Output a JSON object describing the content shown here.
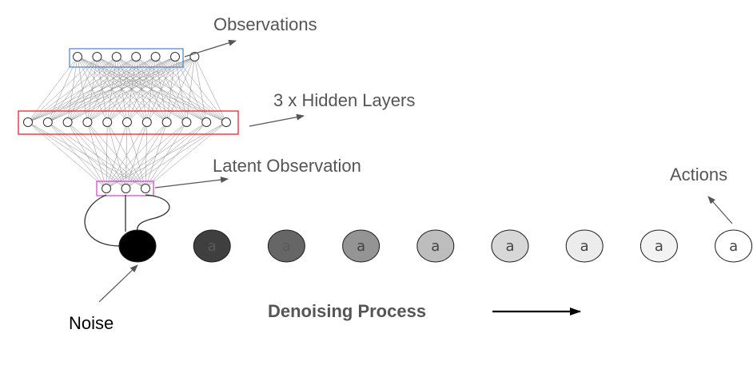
{
  "labels": {
    "observations": "Observations",
    "hidden_layers": "3 x Hidden Layers",
    "latent_observation": "Latent Observation",
    "actions": "Actions",
    "noise": "Noise",
    "denoising_process": "Denoising Process"
  },
  "network": {
    "observation_nodes": 7,
    "hidden_nodes": 11,
    "latent_nodes": 3,
    "observation_box_color": "#4a7fd6",
    "hidden_box_color": "#e0161c",
    "latent_box_color": "#d63ad6"
  },
  "denoising_steps": [
    {
      "label": "",
      "fill": "#000000"
    },
    {
      "label": "a",
      "fill": "#3f3f3f"
    },
    {
      "label": "a",
      "fill": "#666666"
    },
    {
      "label": "a",
      "fill": "#949494"
    },
    {
      "label": "a",
      "fill": "#bdbdbd"
    },
    {
      "label": "a",
      "fill": "#d7d7d7"
    },
    {
      "label": "a",
      "fill": "#ececec"
    },
    {
      "label": "a",
      "fill": "#f3f3f3"
    },
    {
      "label": "a",
      "fill": "#ffffff"
    }
  ]
}
